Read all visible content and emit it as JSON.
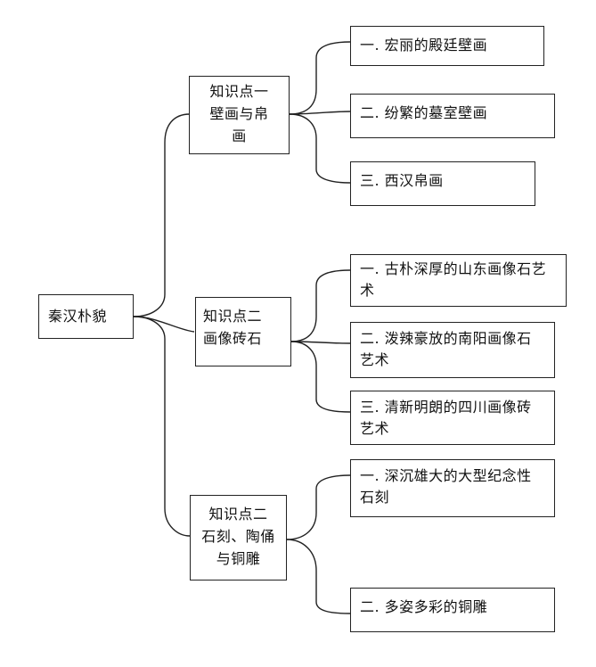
{
  "root": {
    "text": "秦汉朴貌"
  },
  "branches": [
    {
      "title": "知识点一\n壁画与帛\n画",
      "items": [
        "一. 宏丽的殿廷壁画",
        "二. 纷繁的墓室壁画",
        "三. 西汉帛画"
      ]
    },
    {
      "title": "知识点二\n画像砖石",
      "items": [
        "一. 古朴深厚的山东画像石艺术",
        "二. 泼辣豪放的南阳画像石艺术",
        "三. 清新明朗的四川画像砖艺术"
      ]
    },
    {
      "title": "知识点二\n石刻、陶俑\n与铜雕",
      "items": [
        "一. 深沉雄大的大型纪念性石刻",
        "二. 多姿多彩的铜雕"
      ]
    }
  ]
}
